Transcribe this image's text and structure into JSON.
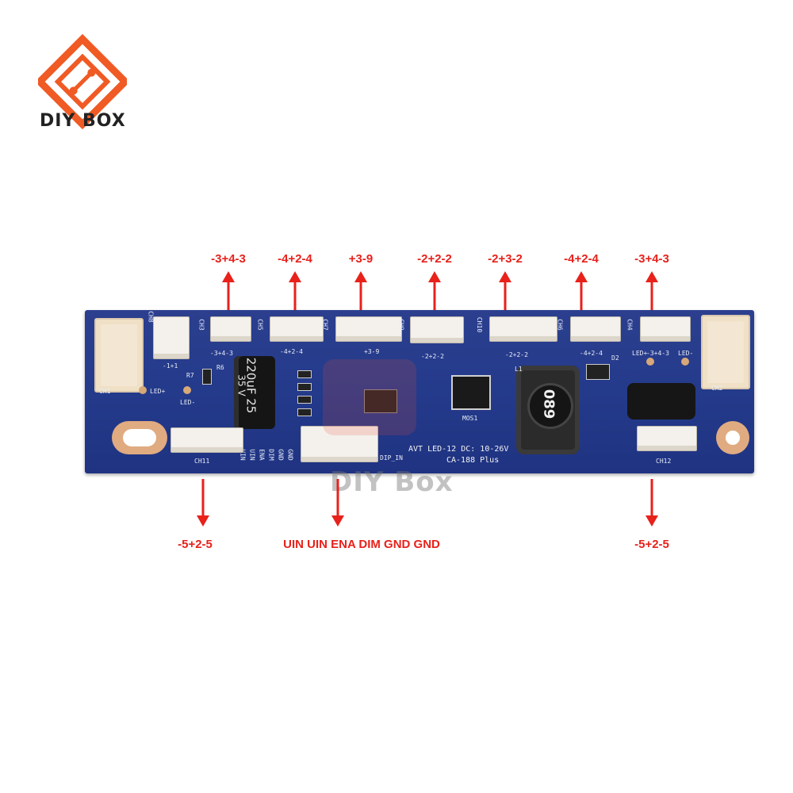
{
  "brand": {
    "name": "DIY BOX"
  },
  "watermark": "DIY Box",
  "board": {
    "model_text": "AVT LED-12 DC: 10-26V",
    "model_sub": "CA-188 Plus",
    "capacitor_text": "220uF 25",
    "capacitor_sub": "35 V",
    "inductor_text": "089",
    "silk": {
      "ch1": "CH1",
      "ch2": "CH2",
      "ch8": "CH8",
      "ch3": "CH3",
      "ch5": "CH5",
      "ch7": "CH7",
      "ch9": "CH9",
      "ch10": "CH10",
      "ch6": "CH6",
      "ch4": "CH4",
      "ch11": "CH11",
      "ch12": "CH12",
      "c1_top": "-3+4-3",
      "c2_top": "-4+2-4",
      "c3_top": "+3-9",
      "c4_top": "-2+2-2",
      "c5_top": "-2+2-2",
      "c6_top": "-4+2-4",
      "c7_top": "-3+4-3",
      "j1": "-1+1",
      "led_plus": "LED+",
      "led_minus": "LED-",
      "led_plus_r": "LED+",
      "led_minus_r": "LED-",
      "dip_in": "DIP_IN",
      "mos1": "MOS1",
      "l1": "L1",
      "d2": "D2",
      "r6": "R6",
      "r7": "R7",
      "uin": "UIN",
      "uin2": "UIN",
      "ena": "ENA",
      "dim": "DIM",
      "gnd": "GND",
      "gnd2": "GND"
    }
  },
  "labels": {
    "top": [
      "-3+4-3",
      "-4+2-4",
      "+3-9",
      "-2+2-2",
      "-2+3-2",
      "-4+2-4",
      "-3+4-3"
    ],
    "bottom_left": "-5+2-5",
    "bottom_center": "UIN UIN ENA DIM GND GND",
    "bottom_right": "-5+2-5"
  },
  "colors": {
    "label_red": "#e8211b",
    "logo_orange": "#f05a24",
    "board_blue": "#243a8a"
  }
}
